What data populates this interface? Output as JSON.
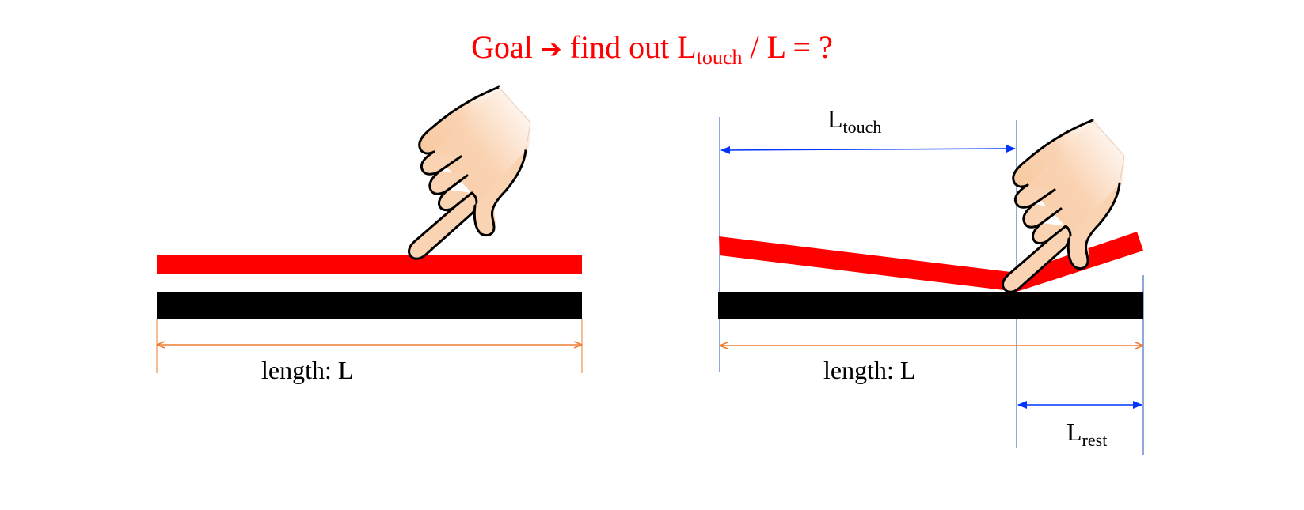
{
  "title": {
    "prefix": "Goal",
    "arrow": "➔",
    "middle": "find out L",
    "sub": "touch",
    "suffix": " / L = ?"
  },
  "left_panel": {
    "length_label": "length: L"
  },
  "right_panel": {
    "touch_label_main": "L",
    "touch_label_sub": "touch",
    "length_label": "length: L",
    "rest_label_main": "L",
    "rest_label_sub": "rest"
  },
  "colors": {
    "accent": "#ff0000",
    "strip_top": "#ff0000",
    "strip_bottom": "#000000",
    "length_arrow": "#ed7d31",
    "measure_arrow": "#0033ff",
    "guide_line": "#4472c4",
    "hand_fill": "#f8cba6"
  },
  "icons": [
    "pointing-hand-icon"
  ]
}
